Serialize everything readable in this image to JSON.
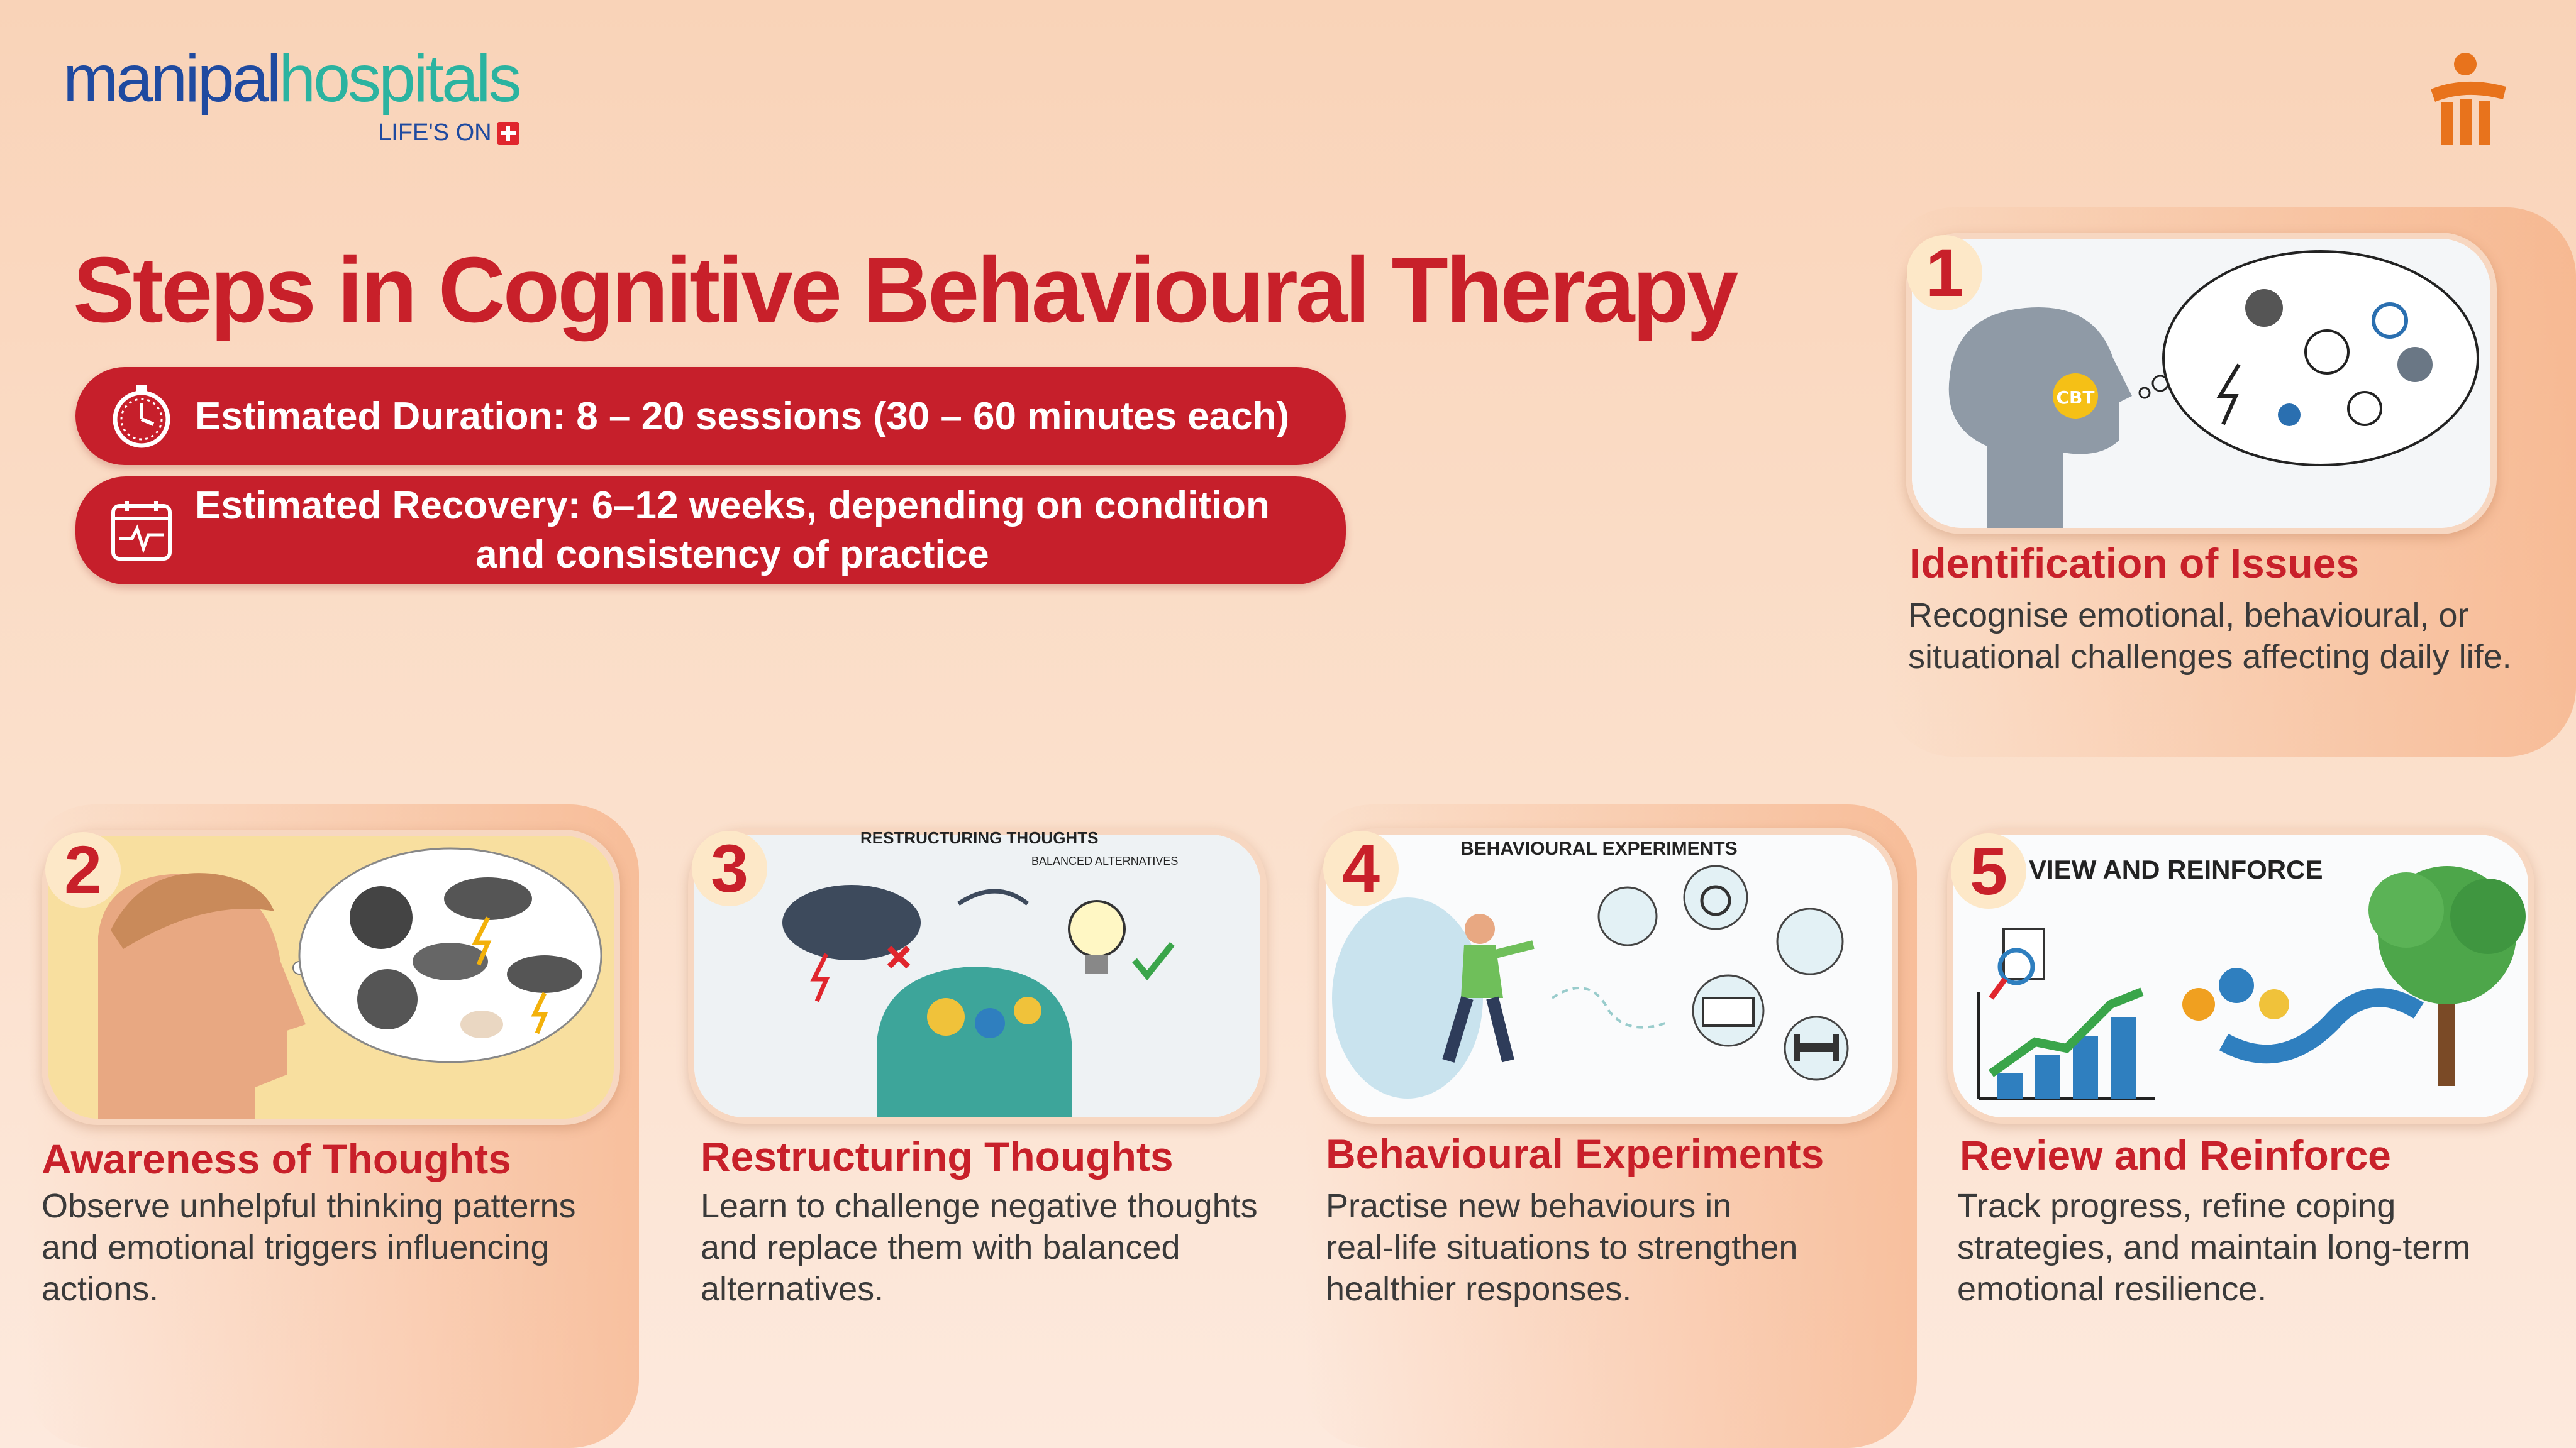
{
  "brand": {
    "name_part1": "manipal",
    "name_part2": "hospitals",
    "tagline": "LIFE'S ON",
    "colors": {
      "blue": "#1f4aa0",
      "teal": "#2bb3a0",
      "red": "#c8202a",
      "orange": "#e8731c"
    }
  },
  "title": "Steps in Cognitive Behavioural Therapy",
  "duration": {
    "icon": "stopwatch-icon",
    "text": "Estimated Duration: 8 – 20 sessions (30 – 60 minutes each)"
  },
  "recovery": {
    "icon": "calendar-heartbeat-icon",
    "line1": "Estimated Recovery: 6–12 weeks, depending on condition",
    "line2": "and consistency of practice"
  },
  "steps": [
    {
      "number": "1",
      "title": "Identification of Issues",
      "desc_lines": [
        "Recognise emotional, behavioural, or",
        "situational challenges affecting daily life."
      ],
      "image_badge": "CBT"
    },
    {
      "number": "2",
      "title": "Awareness of Thoughts",
      "desc_lines": [
        "Observe unhelpful thinking patterns",
        "and emotional triggers influencing",
        "actions."
      ]
    },
    {
      "number": "3",
      "title": "Restructuring Thoughts",
      "desc_lines": [
        "Learn to challenge negative thoughts",
        "and replace them with balanced",
        "alternatives."
      ],
      "image_caption": "RESTRUCTURING THOUGHTS",
      "image_subcaption": "BALANCED ALTERNATIVES"
    },
    {
      "number": "4",
      "title": "Behavioural Experiments",
      "desc_lines": [
        "Practise new behaviours in",
        "real-life situations to strengthen",
        "healthier responses."
      ],
      "image_caption": "BEHAVIOURAL EXPERIMENTS"
    },
    {
      "number": "5",
      "title": "Review and Reinforce",
      "desc_lines": [
        "Track progress, refine coping",
        "strategies, and maintain long-term",
        "emotional resilience."
      ],
      "image_caption": "VIEW AND REINFORCE"
    }
  ]
}
